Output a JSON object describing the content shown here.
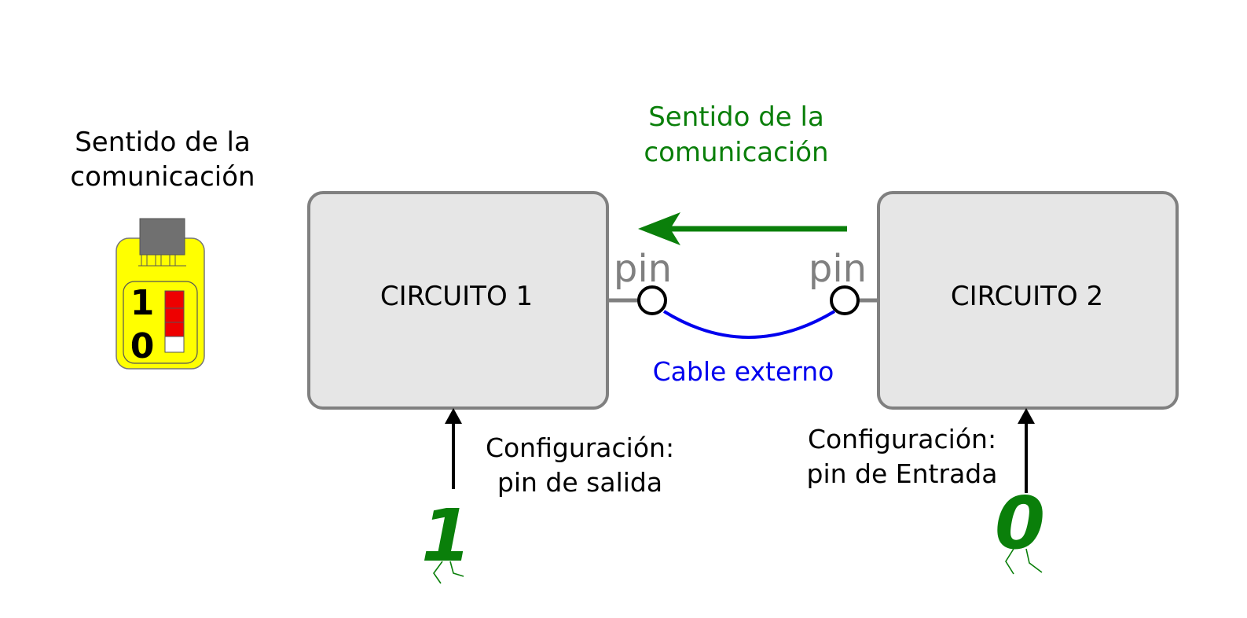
{
  "legend": {
    "title_line1": "Sentido de la",
    "title_line2": "comunicación",
    "switch_label_top": "1",
    "switch_label_bottom": "0"
  },
  "circuit1": {
    "label": "CIRCUITO 1",
    "pin_label": "pin",
    "config_line1": "Configuración:",
    "config_line2": "pin de salida",
    "bit_value": "1"
  },
  "circuit2": {
    "label": "CIRCUITO 2",
    "pin_label": "pin",
    "config_line1": "Configuración:",
    "config_line2": "pin de Entrada",
    "bit_value": "0"
  },
  "direction": {
    "line1": "Sentido de la",
    "line2": "comunicación",
    "arrow_direction": "right-to-left"
  },
  "cable": {
    "label": "Cable externo"
  },
  "colors": {
    "green": "#0a7f0a",
    "blue": "#0000ee",
    "box_fill": "#e6e6e6",
    "box_stroke": "#808080",
    "switch_yellow": "#ffff00",
    "switch_red": "#ee0000"
  }
}
